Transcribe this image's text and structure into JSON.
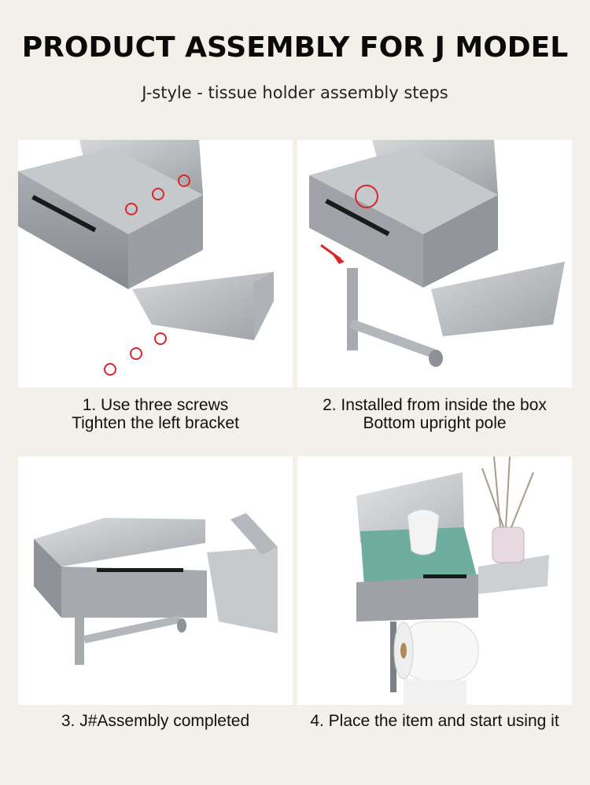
{
  "header": {
    "title": "PRODUCT ASSEMBLY FOR J MODEL",
    "subtitle": "J-style - tissue holder assembly steps"
  },
  "steps": [
    {
      "line1": "1. Use three screws",
      "line2": "Tighten the left bracket"
    },
    {
      "line1": "2. Installed from inside the box",
      "line2": "Bottom upright pole"
    },
    {
      "line1": "3. J#Assembly completed",
      "line2": ""
    },
    {
      "line1": "4. Place the item and start using it",
      "line2": ""
    }
  ],
  "colors": {
    "background": "#f3efe9",
    "panel": "#ffffff",
    "steel": "#b9bcbf",
    "highlight": "#d9262b"
  }
}
